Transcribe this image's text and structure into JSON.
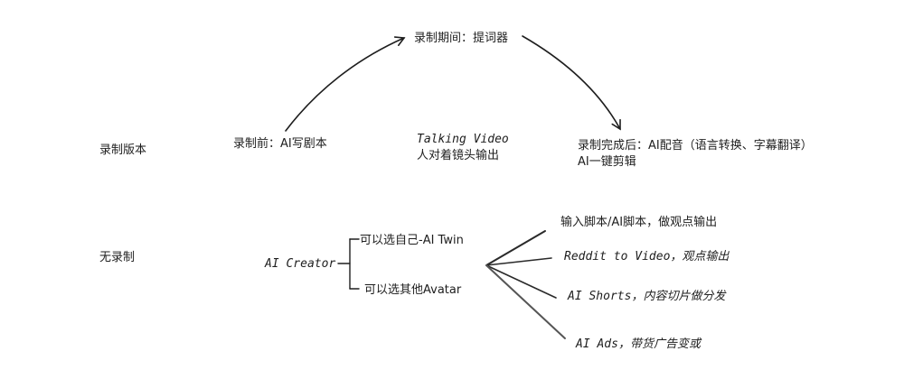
{
  "rows": {
    "recorded": "录制版本",
    "unrecorded": "无录制"
  },
  "recorded_flow": {
    "before": "录制前：AI写剧本",
    "during": "录制期间：提词器",
    "talking_video_title": "Talking Video",
    "talking_video_desc": "人对着镜头输出",
    "after_line1": "录制完成后：AI配音（语言转换、字幕翻译）",
    "after_line2": "AI一键剪辑"
  },
  "creator": {
    "root": "AI Creator",
    "option_self": "可以选自己-AI Twin",
    "option_other": "可以选其他Avatar"
  },
  "outputs": [
    "输入脚本/AI脚本，做观点输出",
    "Reddit to Video，观点输出",
    "AI Shorts，内容切片做分发",
    "AI Ads，带货广告变或"
  ],
  "colors": {
    "ink": "#1e1e1e",
    "background": "#ffffff"
  }
}
